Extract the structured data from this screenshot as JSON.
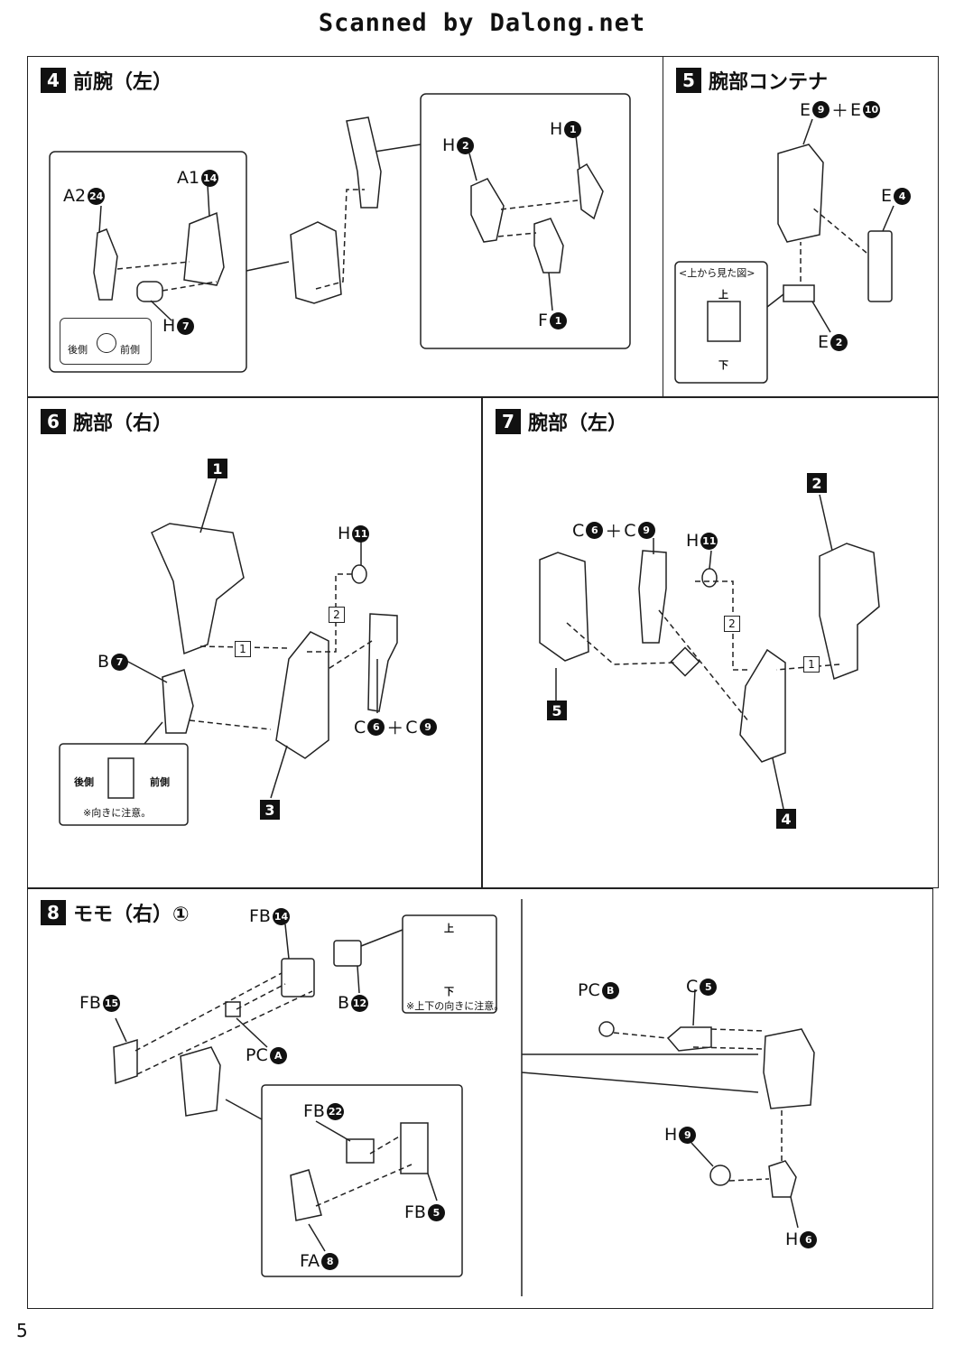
{
  "header": "Scanned by Dalong.net",
  "page_number": "5",
  "steps": {
    "s4": {
      "num": "4",
      "title": "前腕（左）",
      "labels": {
        "a2": "A2",
        "a2n": "24",
        "a1": "A1",
        "a1n": "14",
        "h7": "H",
        "h7n": "7",
        "h2": "H",
        "h2n": "2",
        "h1": "H",
        "h1n": "1",
        "f1": "F",
        "f1n": "1"
      },
      "note_back": "後側",
      "note_front": "前側"
    },
    "s5": {
      "num": "5",
      "title": "腕部コンテナ",
      "labels": {
        "e9": "E",
        "e9n": "9",
        "plus": "＋",
        "e10": "E",
        "e10n": "10",
        "e4": "E",
        "e4n": "4",
        "e2": "E",
        "e2n": "2"
      },
      "view_title": "<上から見た図>",
      "view_up": "上",
      "view_down": "下"
    },
    "s6": {
      "num": "6",
      "title": "腕部（右）",
      "labels": {
        "h11": "H",
        "h11n": "11",
        "b7": "B",
        "b7n": "7",
        "c6": "C",
        "c6n": "6",
        "plus": "＋",
        "c9": "C",
        "c9n": "9"
      },
      "box1": "1",
      "box3": "3",
      "seq1": "1",
      "seq2": "2",
      "note_back": "後側",
      "note_front": "前側",
      "note_caution": "※向きに注意。"
    },
    "s7": {
      "num": "7",
      "title": "腕部（左）",
      "labels": {
        "c6": "C",
        "c6n": "6",
        "plus": "＋",
        "c9": "C",
        "c9n": "9",
        "h11": "H",
        "h11n": "11"
      },
      "box2": "2",
      "box5": "5",
      "box4": "4",
      "seq1": "1",
      "seq2": "2"
    },
    "s8": {
      "num": "8",
      "title": "モモ（右）①",
      "labels": {
        "fb14": "FB",
        "fb14n": "14",
        "fb15": "FB",
        "fb15n": "15",
        "b12": "B",
        "b12n": "12",
        "pca": "PC",
        "pcan": "A",
        "fb22": "FB",
        "fb22n": "22",
        "fb5": "FB",
        "fb5n": "5",
        "fa8": "FA",
        "fa8n": "8"
      },
      "note_up": "上",
      "note_down": "下",
      "note_caution": "※上下の向きに注意。"
    },
    "s8b": {
      "labels": {
        "pcb": "PC",
        "pcbn": "B",
        "c5": "C",
        "c5n": "5",
        "h9": "H",
        "h9n": "9",
        "h6": "H",
        "h6n": "6"
      }
    }
  }
}
